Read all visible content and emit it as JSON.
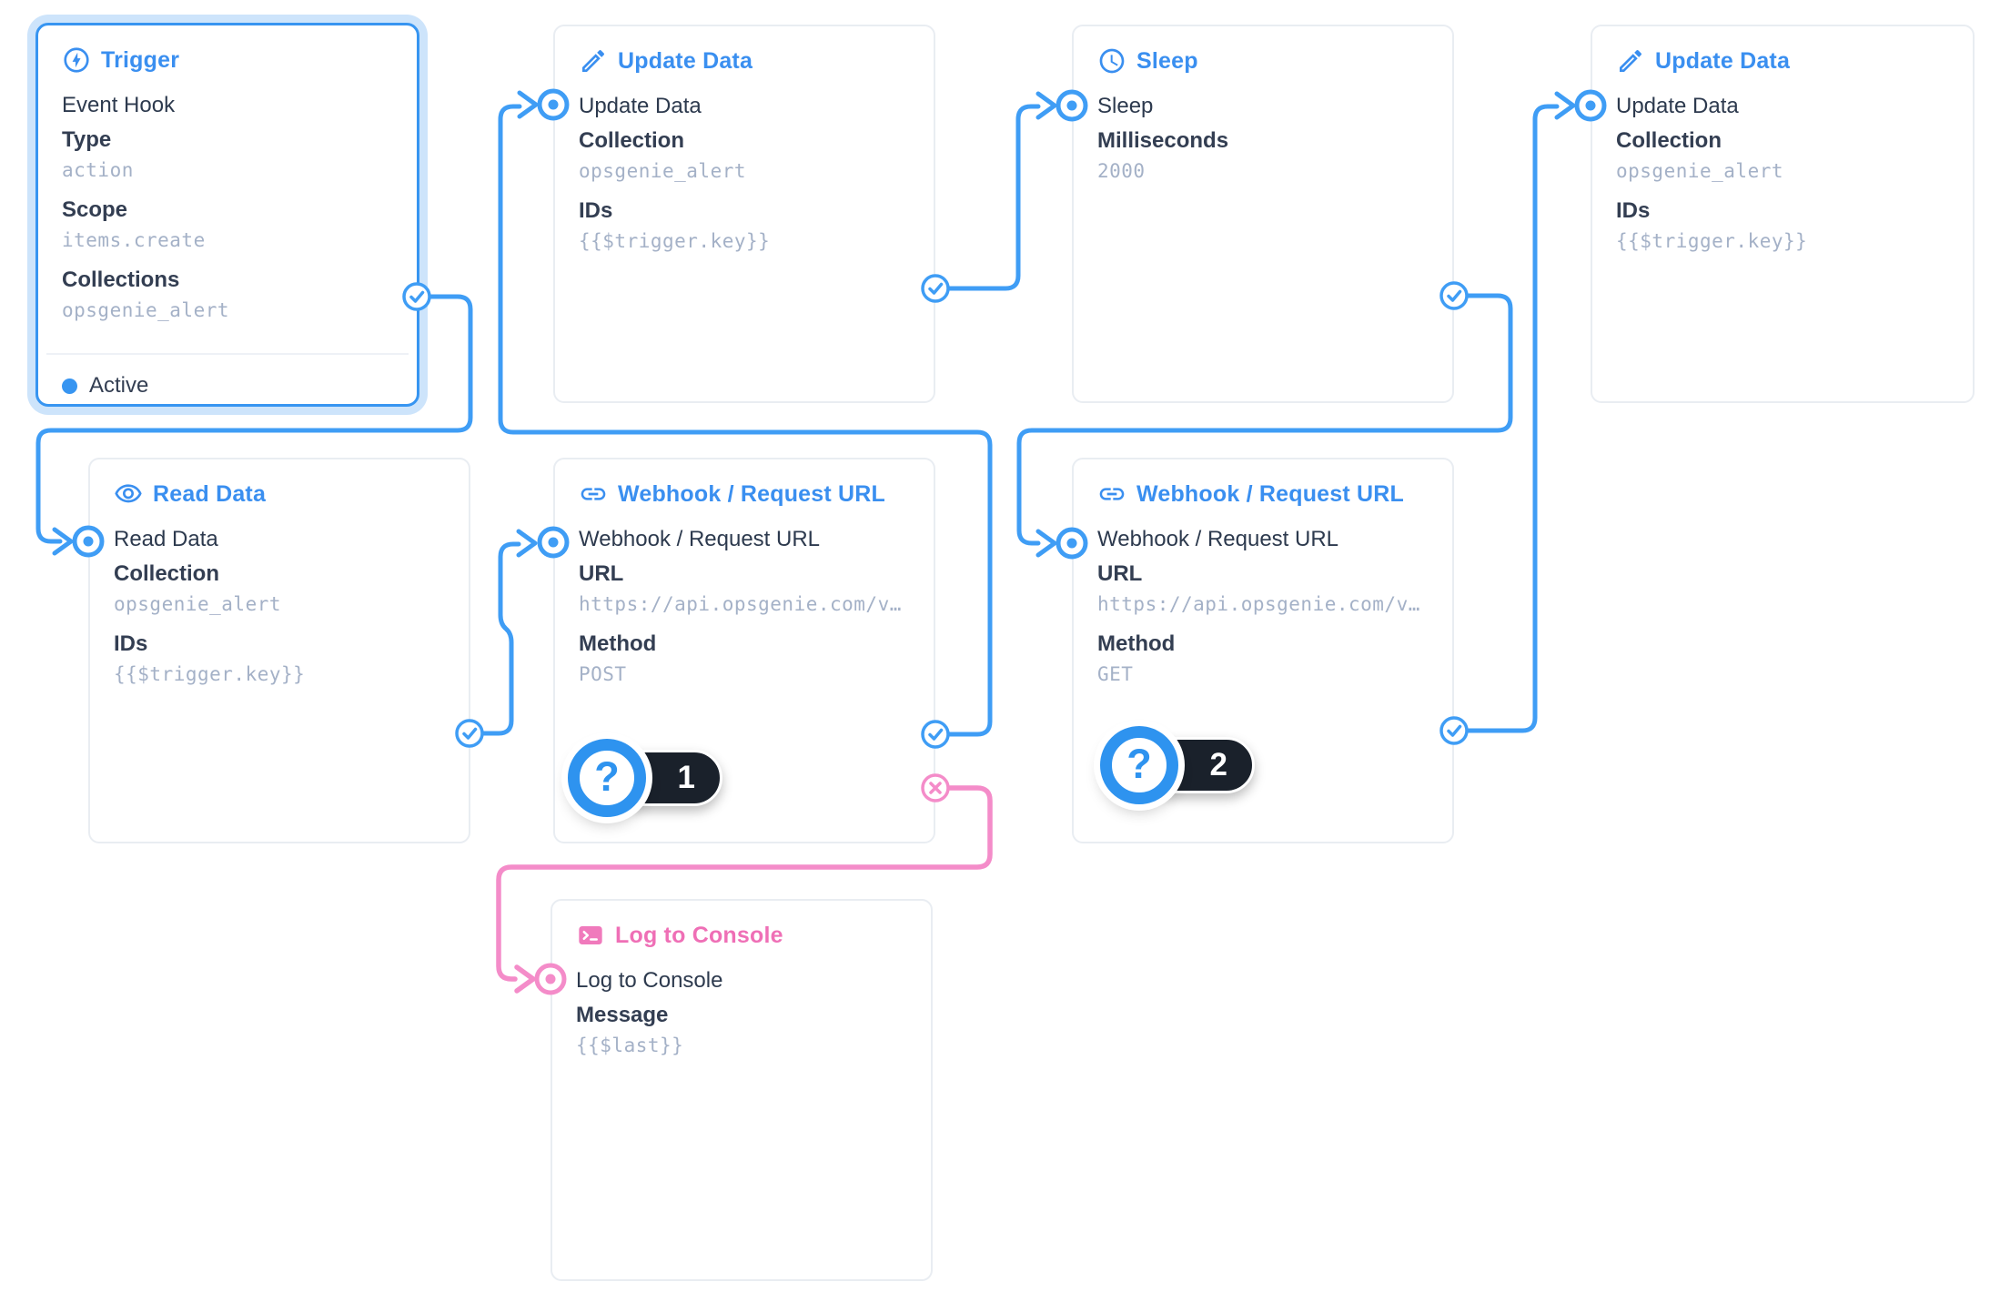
{
  "colors": {
    "accent_blue": "#3795f1",
    "wire_blue": "#3f9df5",
    "accent_pink": "#ef6fb6",
    "wire_pink": "#f48cc9",
    "label_ink": "#333e52",
    "value_muted": "#a4b1c7",
    "card_border": "#e9edf2",
    "badge_pill": "#1a212b"
  },
  "nodes": [
    {
      "key": "trigger",
      "title": "Trigger",
      "icon": "bolt-circle-icon",
      "name": "Event Hook",
      "status": "Active",
      "fields": [
        {
          "label": "Type",
          "value": "action"
        },
        {
          "label": "Scope",
          "value": "items.create"
        },
        {
          "label": "Collections",
          "value": "opsgenie_alert"
        }
      ]
    },
    {
      "key": "update-data-1",
      "title": "Update Data",
      "icon": "pencil-icon",
      "name": "Update Data",
      "fields": [
        {
          "label": "Collection",
          "value": "opsgenie_alert"
        },
        {
          "label": "IDs",
          "value": "{{$trigger.key}}"
        }
      ]
    },
    {
      "key": "sleep",
      "title": "Sleep",
      "icon": "clock-icon",
      "name": "Sleep",
      "fields": [
        {
          "label": "Milliseconds",
          "value": "2000"
        }
      ]
    },
    {
      "key": "update-data-2",
      "title": "Update Data",
      "icon": "pencil-icon",
      "name": "Update Data",
      "fields": [
        {
          "label": "Collection",
          "value": "opsgenie_alert"
        },
        {
          "label": "IDs",
          "value": "{{$trigger.key}}"
        }
      ]
    },
    {
      "key": "read-data",
      "title": "Read Data",
      "icon": "eye-icon",
      "name": "Read Data",
      "fields": [
        {
          "label": "Collection",
          "value": "opsgenie_alert"
        },
        {
          "label": "IDs",
          "value": "{{$trigger.key}}"
        }
      ]
    },
    {
      "key": "webhook-post",
      "title": "Webhook / Request URL",
      "icon": "link-icon",
      "name": "Webhook / Request URL",
      "badge": "1",
      "fields": [
        {
          "label": "URL",
          "value": "https://api.opsgenie.com/v…"
        },
        {
          "label": "Method",
          "value": "POST"
        }
      ]
    },
    {
      "key": "webhook-get",
      "title": "Webhook / Request URL",
      "icon": "link-icon",
      "name": "Webhook / Request URL",
      "badge": "2",
      "fields": [
        {
          "label": "URL",
          "value": "https://api.opsgenie.com/v…"
        },
        {
          "label": "Method",
          "value": "GET"
        }
      ]
    },
    {
      "key": "log-to-console",
      "title": "Log to Console",
      "icon": "terminal-icon",
      "name": "Log to Console",
      "fields": [
        {
          "label": "Message",
          "value": "{{$last}}"
        }
      ]
    }
  ],
  "edges": [
    {
      "from": "trigger",
      "to": "read-data",
      "type": "resolve"
    },
    {
      "from": "read-data",
      "to": "webhook-post",
      "type": "resolve"
    },
    {
      "from": "webhook-post",
      "to": "update-data-1",
      "type": "resolve"
    },
    {
      "from": "update-data-1",
      "to": "sleep",
      "type": "resolve"
    },
    {
      "from": "sleep",
      "to": "webhook-get",
      "type": "resolve"
    },
    {
      "from": "webhook-get",
      "to": "update-data-2",
      "type": "resolve"
    },
    {
      "from": "webhook-post",
      "to": "log-to-console",
      "type": "reject"
    }
  ]
}
